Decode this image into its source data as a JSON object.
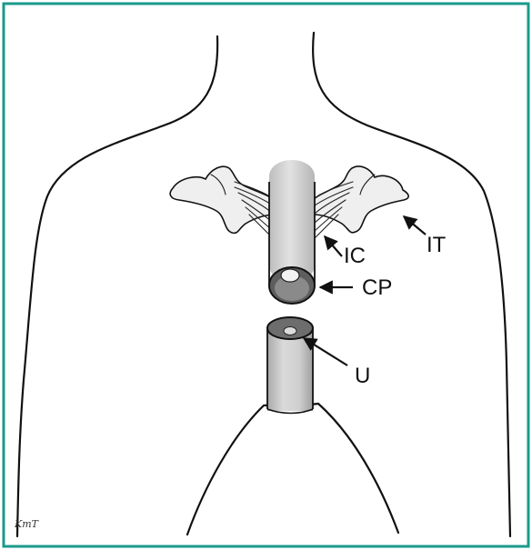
{
  "colors": {
    "frame": "#1a9a8c",
    "outline": "#111111",
    "tube_fill": "#c9c9c9",
    "bone_fill": "#efefef",
    "lumen_dark": "#6f6f6f"
  },
  "labels": {
    "ic": "IC",
    "it": "IT",
    "cp": "CP",
    "u": "U"
  },
  "artist_signature": "KmT"
}
